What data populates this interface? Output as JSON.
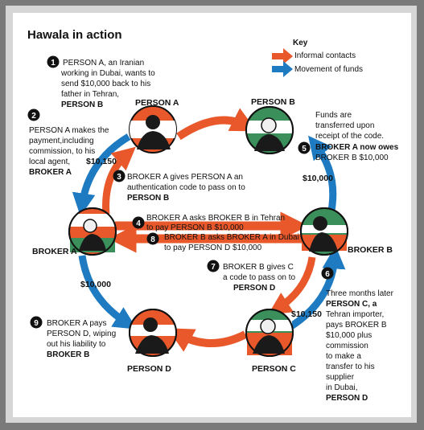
{
  "title": "Hawala in action",
  "key": {
    "heading": "Key",
    "items": [
      {
        "label": "Informal contacts",
        "color": "#e8582a"
      },
      {
        "label": "Movement of funds",
        "color": "#1f7bc1"
      }
    ]
  },
  "nodes": {
    "person_a": "PERSON A",
    "person_b": "PERSON B",
    "broker_a": "BROKER A",
    "broker_b": "BROKER B",
    "person_c": "PERSON C",
    "person_d": "PERSON D"
  },
  "amounts": {
    "a_to_broker": "$10,150",
    "broker_b_to_b": "$10,000",
    "broker_a_to_d": "$10,000",
    "c_to_broker": "$10,150"
  },
  "steps": [
    {
      "n": "1",
      "lines": [
        "PERSON A, an Iranian",
        "working in Dubai, wants to",
        "send $10,000 back to his",
        "father in Tehran,",
        "PERSON B"
      ]
    },
    {
      "n": "2",
      "lines": [
        "PERSON A makes the",
        "payment,including",
        "commission, to his",
        "local agent,",
        "BROKER A"
      ]
    },
    {
      "n": "3",
      "lines": [
        "BROKER A gives PERSON A an",
        "authentication code to pass on to",
        "PERSON B"
      ]
    },
    {
      "n": "4",
      "lines": [
        "BROKER A asks BROKER B in Tehran",
        "to pay PERSON B $10,000"
      ]
    },
    {
      "n": "5",
      "lines": [
        "Funds are",
        "transferred upon",
        "receipt of the code.",
        "BROKER A now owes",
        "BROKER B $10,000"
      ]
    },
    {
      "n": "6",
      "lines": [
        "Three months later",
        "PERSON C, a",
        "Tehran importer,",
        "pays BROKER B",
        "$10,000 plus",
        "commission",
        "to make a",
        "transfer to his",
        "supplier",
        "in Dubai,",
        "PERSON D"
      ]
    },
    {
      "n": "7",
      "lines": [
        "BROKER B gives C",
        "a  code to pass on to",
        "PERSON D"
      ]
    },
    {
      "n": "8",
      "lines": [
        "BROKER B asks BROKER A in Dubai",
        "to pay PERSON D $10,000"
      ]
    },
    {
      "n": "9",
      "lines": [
        "BROKER A pays",
        "PERSON D, wiping",
        "out his liability to",
        "BROKER B"
      ]
    }
  ]
}
